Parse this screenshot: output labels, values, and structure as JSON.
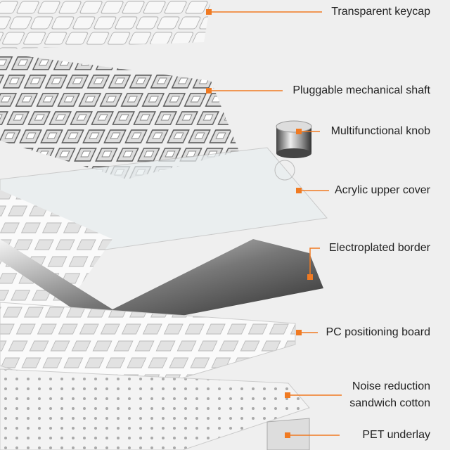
{
  "accent_color": "#f07a22",
  "labels": [
    {
      "text": "Transparent keycap"
    },
    {
      "text": "Pluggable mechanical shaft"
    },
    {
      "text": "Multifunctional knob"
    },
    {
      "text": "Acrylic upper cover"
    },
    {
      "text": "Electroplated border"
    },
    {
      "text": "PC positioning board"
    },
    {
      "text": "Noise reduction",
      "text2": "sandwich cotton"
    },
    {
      "text": "PET underlay"
    }
  ]
}
